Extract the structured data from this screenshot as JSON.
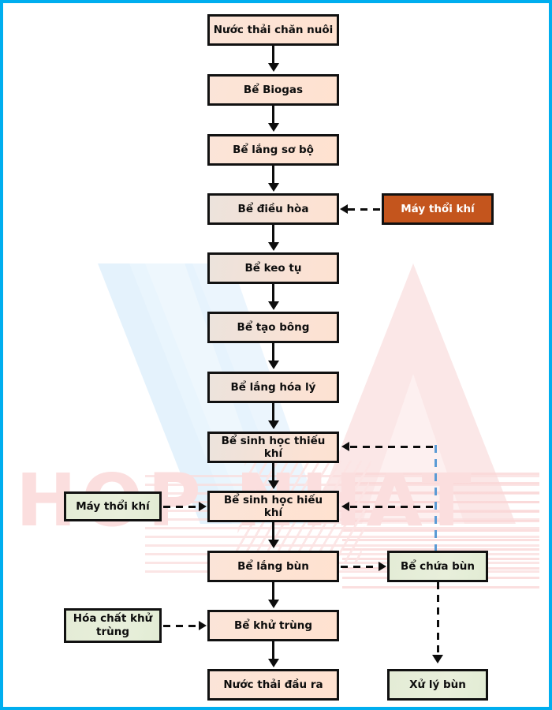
{
  "frame": {
    "border_color": "#00AEEF"
  },
  "watermark": {
    "text": "HOP NHAT",
    "color": "#fbdede"
  },
  "palette": {
    "peach": "#fbe2d4",
    "peach_light": "#ffe2d0",
    "green": "#e6eed9",
    "orange": "#c4551d",
    "outline": "#111111",
    "blue_dash": "#5b9bd5",
    "black_dash": "#0d0d0d"
  },
  "diagram": {
    "type": "flowchart",
    "title": "",
    "nodes": [
      {
        "id": "inlet",
        "label": "Nước thải chăn nuôi",
        "style": "peach-light"
      },
      {
        "id": "biogas",
        "label": "Bể Biogas",
        "style": "peach-light"
      },
      {
        "id": "presettle",
        "label": "Bể lắng sơ bộ",
        "style": "peach-light"
      },
      {
        "id": "equalize",
        "label": "Bể điều hòa",
        "style": "peach"
      },
      {
        "id": "blower-top",
        "label": "Máy thổi khí",
        "style": "orange"
      },
      {
        "id": "coagulate",
        "label": "Bể keo tụ",
        "style": "peach"
      },
      {
        "id": "floccul",
        "label": "Bể tạo bông",
        "style": "peach"
      },
      {
        "id": "physchem",
        "label": "Bể lắng hóa lý",
        "style": "peach"
      },
      {
        "id": "anoxic",
        "label": "Bể sinh học thiếu khí",
        "style": "peach"
      },
      {
        "id": "blower-mid",
        "label": "Máy thổi khí",
        "style": "green"
      },
      {
        "id": "aerobic",
        "label": "Bể sinh học hiếu khí",
        "style": "peach-light"
      },
      {
        "id": "sludge-set",
        "label": "Bể lắng bùn",
        "style": "peach-light"
      },
      {
        "id": "sludge-tank",
        "label": "Bể chứa bùn",
        "style": "green"
      },
      {
        "id": "chemical",
        "label": "Hóa chất khử trùng",
        "style": "green"
      },
      {
        "id": "disinfect",
        "label": "Bể khử trùng",
        "style": "peach-light"
      },
      {
        "id": "outlet",
        "label": "Nước thải đầu ra",
        "style": "peach-light"
      },
      {
        "id": "sludge-trt",
        "label": "Xử lý bùn",
        "style": "green"
      }
    ],
    "edges": [
      {
        "from": "inlet",
        "to": "biogas",
        "kind": "solid",
        "dir": "down"
      },
      {
        "from": "biogas",
        "to": "presettle",
        "kind": "solid",
        "dir": "down"
      },
      {
        "from": "presettle",
        "to": "equalize",
        "kind": "solid",
        "dir": "down"
      },
      {
        "from": "blower-top",
        "to": "equalize",
        "kind": "dashed",
        "dir": "left"
      },
      {
        "from": "equalize",
        "to": "coagulate",
        "kind": "solid",
        "dir": "down"
      },
      {
        "from": "coagulate",
        "to": "floccul",
        "kind": "solid",
        "dir": "down"
      },
      {
        "from": "floccul",
        "to": "physchem",
        "kind": "solid",
        "dir": "down"
      },
      {
        "from": "physchem",
        "to": "anoxic",
        "kind": "solid",
        "dir": "down"
      },
      {
        "from": "anoxic",
        "to": "aerobic",
        "kind": "solid",
        "dir": "down"
      },
      {
        "from": "blower-mid",
        "to": "aerobic",
        "kind": "dashed",
        "dir": "right"
      },
      {
        "from": "sludge-tank",
        "to": "anoxic",
        "kind": "dashed",
        "dir": "left"
      },
      {
        "from": "sludge-tank",
        "to": "aerobic",
        "kind": "dashed",
        "dir": "left"
      },
      {
        "from": "aerobic",
        "to": "sludge-set",
        "kind": "solid",
        "dir": "down"
      },
      {
        "from": "sludge-set",
        "to": "sludge-tank",
        "kind": "dashed",
        "dir": "right"
      },
      {
        "from": "sludge-set",
        "to": "disinfect",
        "kind": "solid",
        "dir": "down"
      },
      {
        "from": "chemical",
        "to": "disinfect",
        "kind": "dashed",
        "dir": "right"
      },
      {
        "from": "disinfect",
        "to": "outlet",
        "kind": "solid",
        "dir": "down"
      },
      {
        "from": "sludge-tank",
        "to": "sludge-trt",
        "kind": "dashed",
        "dir": "down"
      }
    ]
  }
}
